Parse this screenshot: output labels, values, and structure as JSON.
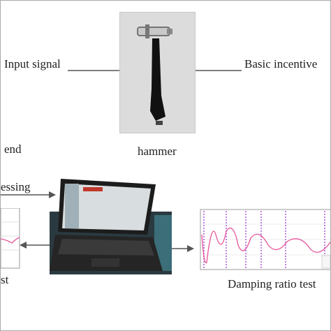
{
  "labels": {
    "input_signal": "Input signal",
    "basic_incentive": "Basic incentive",
    "hammer": "hammer",
    "end": "end",
    "processing": "essing",
    "test_left": "st",
    "damping_ratio_test": "Damping ratio test"
  },
  "colors": {
    "line": "#555555",
    "trace": "#e8559a",
    "laptop_body": "#1e1e1e"
  },
  "icons": {
    "hammer": "hammer-photo",
    "laptop": "laptop-photo"
  }
}
